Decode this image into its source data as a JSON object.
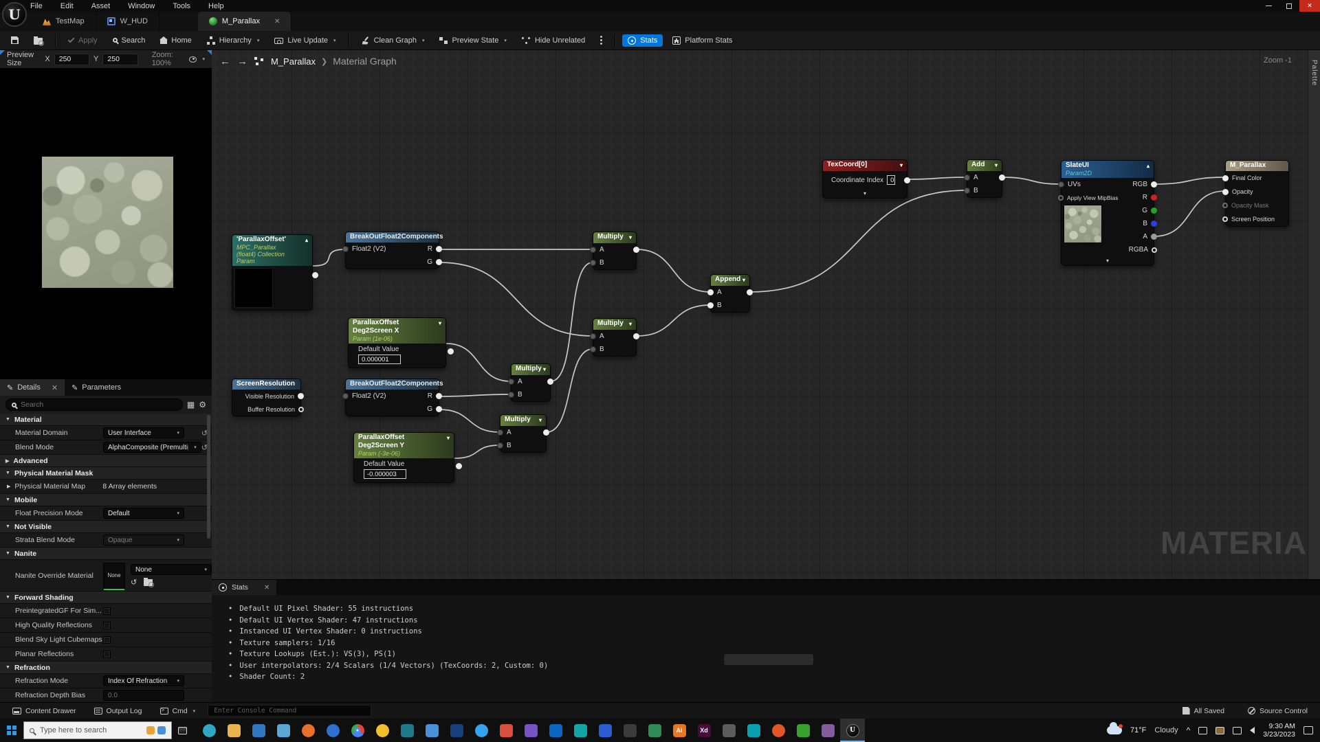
{
  "colors": {
    "accent_blue": "#0077dd",
    "close_red": "#c42b1c",
    "wire": "#c9c9c9",
    "active_underline": "#76b9ed",
    "pin_red": "#cc2222",
    "pin_green": "#23a523",
    "pin_blue": "#2a3fe0",
    "nanite_green": "#39c03c"
  },
  "menus": [
    "File",
    "Edit",
    "Asset",
    "Window",
    "Tools",
    "Help"
  ],
  "logo_letter": "U",
  "tabs": [
    {
      "label": "TestMap",
      "icon": "level-icon",
      "active": false
    },
    {
      "label": "W_HUD",
      "icon": "widget-icon",
      "active": false
    },
    {
      "label": "M_Parallax",
      "icon": "material-icon",
      "active": true,
      "closable": true
    }
  ],
  "toolbar": {
    "apply": "Apply",
    "search": "Search",
    "home": "Home",
    "hierarchy": "Hierarchy",
    "live_update": "Live Update",
    "clean_graph": "Clean Graph",
    "preview_state": "Preview State",
    "hide_unrelated": "Hide Unrelated",
    "stats": "Stats",
    "platform_stats": "Platform Stats"
  },
  "preview_bar": {
    "label": "Preview Size",
    "x_label": "X",
    "x_value": "250",
    "y_label": "Y",
    "y_value": "250",
    "zoom_label": "Zoom: 100%"
  },
  "graph_header": {
    "asset": "M_Parallax",
    "separator": "❯",
    "page": "Material Graph",
    "zoom_label": "Zoom -1",
    "palette_label": "Palette",
    "watermark": "MATERIAL"
  },
  "details": {
    "tab_details": "Details",
    "tab_parameters": "Parameters",
    "search_placeholder": "Search",
    "rows": [
      {
        "type": "section",
        "label": "Material"
      },
      {
        "type": "dropdown",
        "label": "Material Domain",
        "value": "User Interface",
        "reset": true,
        "width": 118
      },
      {
        "type": "dropdown",
        "label": "Blend Mode",
        "value": "AlphaComposite (Premultiplied ,",
        "reset": true,
        "width": 170
      },
      {
        "type": "section-collapsed",
        "label": "Advanced"
      },
      {
        "type": "section",
        "label": "Physical Material Mask"
      },
      {
        "type": "text",
        "label": "Physical Material Map",
        "value": "8 Array elements",
        "expander": true
      },
      {
        "type": "section",
        "label": "Mobile"
      },
      {
        "type": "dropdown",
        "label": "Float Precision Mode",
        "value": "Default",
        "width": 118
      },
      {
        "type": "section",
        "label": "Not Visible"
      },
      {
        "type": "dropdown",
        "label": "Strata Blend Mode",
        "value": "Opaque",
        "disabled": true,
        "width": 118
      },
      {
        "type": "section",
        "label": "Nanite"
      },
      {
        "type": "nanite",
        "label": "Nanite Override Material",
        "thumb_label": "None",
        "value": "None"
      },
      {
        "type": "section",
        "label": "Forward Shading"
      },
      {
        "type": "checkbox",
        "label": "PreintegratedGF For Sim..."
      },
      {
        "type": "checkbox",
        "label": "High Quality Reflections"
      },
      {
        "type": "checkbox",
        "label": "Blend Sky Light Cubemaps"
      },
      {
        "type": "checkbox",
        "label": "Planar Reflections"
      },
      {
        "type": "section",
        "label": "Refraction"
      },
      {
        "type": "dropdown",
        "label": "Refraction Mode",
        "value": "Index Of Refraction",
        "width": 118
      },
      {
        "type": "input",
        "label": "Refraction Depth Bias",
        "value": "0.0"
      }
    ]
  },
  "stats_panel": {
    "tab": "Stats",
    "lines": [
      "Default UI Pixel Shader: 55 instructions",
      "Default UI Vertex Shader: 47 instructions",
      "Instanced UI Vertex Shader: 0 instructions",
      "Texture samplers: 1/16",
      "Texture Lookups (Est.): VS(3), PS(1)",
      "User interpolators: 2/4 Scalars (1/4 Vectors) (TexCoords: 2, Custom: 0)",
      "Shader Count: 2"
    ]
  },
  "graph": {
    "nodes": {
      "parallax_offset": {
        "title": "'ParallaxOffset'",
        "sub1": "MPC_Parallax",
        "sub2": "(float4) Collection Param"
      },
      "breakout1": {
        "title": "BreakOutFloat2Components",
        "input": "Float2 (V2)",
        "out_r": "R",
        "out_g": "G"
      },
      "breakout2": {
        "title": "BreakOutFloat2Components",
        "input": "Float2 (V2)",
        "out_r": "R",
        "out_g": "G"
      },
      "deg2screen_x": {
        "title": "ParallaxOffset Deg2Screen X",
        "sub": "Param (1e-06)",
        "value_label": "Default Value",
        "value": "0.000001"
      },
      "deg2screen_y": {
        "title": "ParallaxOffset Deg2Screen Y",
        "sub": "Param (-3e-06)",
        "value_label": "Default Value",
        "value": "-0.000003"
      },
      "screen_resolution": {
        "title": "ScreenResolution",
        "row1": "Visible Resolution",
        "row2": "Buffer Resolution"
      },
      "multiply": {
        "title": "Multiply",
        "a": "A",
        "b": "B"
      },
      "append": {
        "title": "Append",
        "a": "A",
        "b": "B"
      },
      "texcoord": {
        "title": "TexCoord[0]",
        "label": "Coordinate Index",
        "value": "0"
      },
      "add": {
        "title": "Add",
        "a": "A",
        "b": "B"
      },
      "slateui": {
        "title": "SlateUI",
        "sub": "Param2D",
        "in1": "UVs",
        "in2": "Apply View MipBias",
        "outs": [
          "RGB",
          "R",
          "G",
          "B",
          "A",
          "RGBA"
        ]
      },
      "result": {
        "title": "M_Parallax",
        "rows": [
          "Final Color",
          "Opacity",
          "Opacity Mask",
          "Screen Position"
        ]
      }
    },
    "wires": [
      [
        455,
        387,
        502,
        363
      ],
      [
        639,
        363,
        862,
        363
      ],
      [
        639,
        382,
        862,
        489
      ],
      [
        649,
        500,
        743,
        555
      ],
      [
        639,
        577,
        743,
        574
      ],
      [
        639,
        596,
        727,
        629
      ],
      [
        661,
        667,
        727,
        648
      ],
      [
        801,
        555,
        862,
        382
      ],
      [
        795,
        629,
        862,
        508
      ],
      [
        926,
        363,
        1033,
        425
      ],
      [
        926,
        489,
        1033,
        444
      ],
      [
        1091,
        425,
        1406,
        277
      ],
      [
        1320,
        261,
        1406,
        258
      ],
      [
        1458,
        258,
        1543,
        268
      ],
      [
        1679,
        268,
        1782,
        258
      ],
      [
        1679,
        344,
        1782,
        278
      ]
    ]
  },
  "editor_bar": {
    "content_drawer": "Content Drawer",
    "output_log": "Output Log",
    "cmd": "Cmd",
    "console_placeholder": "Enter Console Command",
    "all_saved": "All Saved",
    "source_control": "Source Control"
  },
  "taskbar": {
    "search_placeholder": "Type here to search",
    "weather_temp": "71°F",
    "weather_text": "Cloudy",
    "tray_expand": "^",
    "time": "9:30 AM",
    "date": "3/23/2023",
    "apps": [
      {
        "color": "#2fa8c5",
        "round": true
      },
      {
        "color": "#eab34c"
      },
      {
        "color": "#2f77c2"
      },
      {
        "color": "#5aa7d6"
      },
      {
        "color": "#e8702a",
        "round": true
      },
      {
        "color": "#2e6fd0",
        "round": true
      },
      {
        "color": "chrome",
        "round": true
      },
      {
        "color": "#f2c02e",
        "round": true
      },
      {
        "color": "#1f7a8c"
      },
      {
        "color": "#4a90d9"
      },
      {
        "color": "#173f7c"
      },
      {
        "color": "#36a3f0",
        "round": true
      },
      {
        "color": "#d94f3d"
      },
      {
        "color": "#7a52c7"
      },
      {
        "color": "#0a66c2"
      },
      {
        "color": "#12a5a5"
      },
      {
        "color": "#2d5bd1"
      },
      {
        "color": "#3b3b3b"
      },
      {
        "color": "#2e8b57"
      },
      {
        "color": "#e87722",
        "glyph": "Ai"
      },
      {
        "color": "#470b3c",
        "glyph": "Xd"
      },
      {
        "color": "#5c5c5c"
      },
      {
        "color": "#0aa0b0"
      },
      {
        "color": "#e0552a",
        "round": true
      },
      {
        "color": "#3aa02e"
      },
      {
        "color": "#845c9e"
      }
    ],
    "unreal_glyph": "U"
  }
}
